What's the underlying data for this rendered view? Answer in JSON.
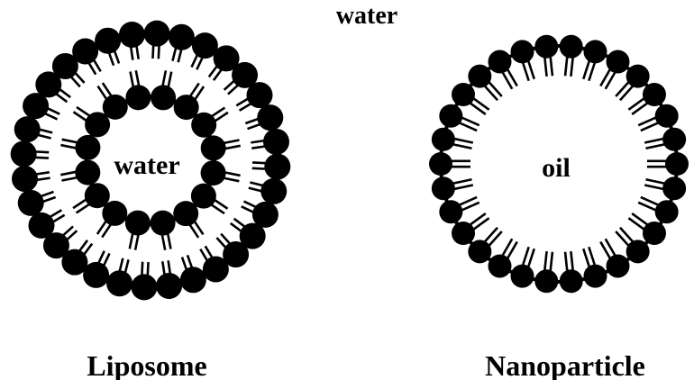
{
  "labels": {
    "outer_medium": "water",
    "liposome_core": "water",
    "nanoparticle_core": "oil",
    "liposome_caption": "Liposome",
    "nanoparticle_caption": "Nanoparticle"
  },
  "colors": {
    "ink": "#000000",
    "background": "#ffffff"
  }
}
